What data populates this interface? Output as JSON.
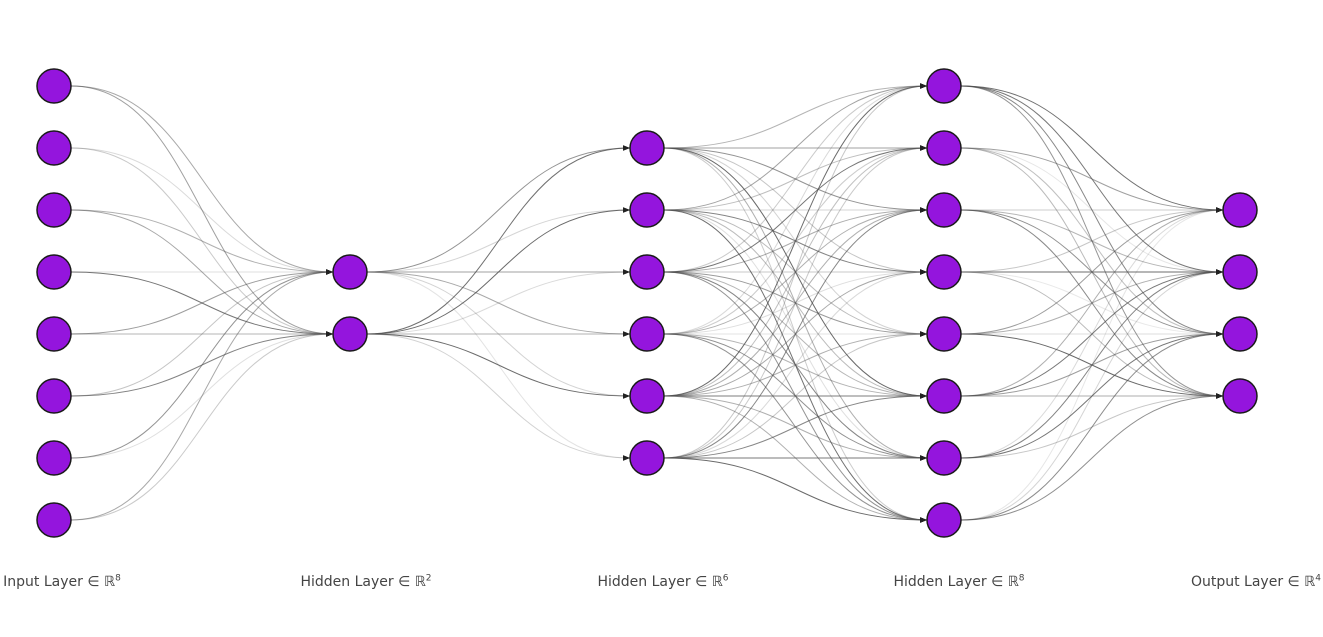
{
  "diagram": {
    "type": "feed-forward neural network",
    "node_color": "#9415dd",
    "node_stroke": "#1a1a1a",
    "edge_color": "#505050",
    "layers": [
      {
        "label_prefix": "Input Layer ∈ ℝ",
        "size": 8,
        "size_label": "8"
      },
      {
        "label_prefix": "Hidden Layer ∈ ℝ",
        "size": 2,
        "size_label": "2"
      },
      {
        "label_prefix": "Hidden Layer ∈ ℝ",
        "size": 6,
        "size_label": "6"
      },
      {
        "label_prefix": "Hidden Layer ∈ ℝ",
        "size": 8,
        "size_label": "8"
      },
      {
        "label_prefix": "Output Layer ∈ ℝ",
        "size": 4,
        "size_label": "4"
      }
    ]
  }
}
